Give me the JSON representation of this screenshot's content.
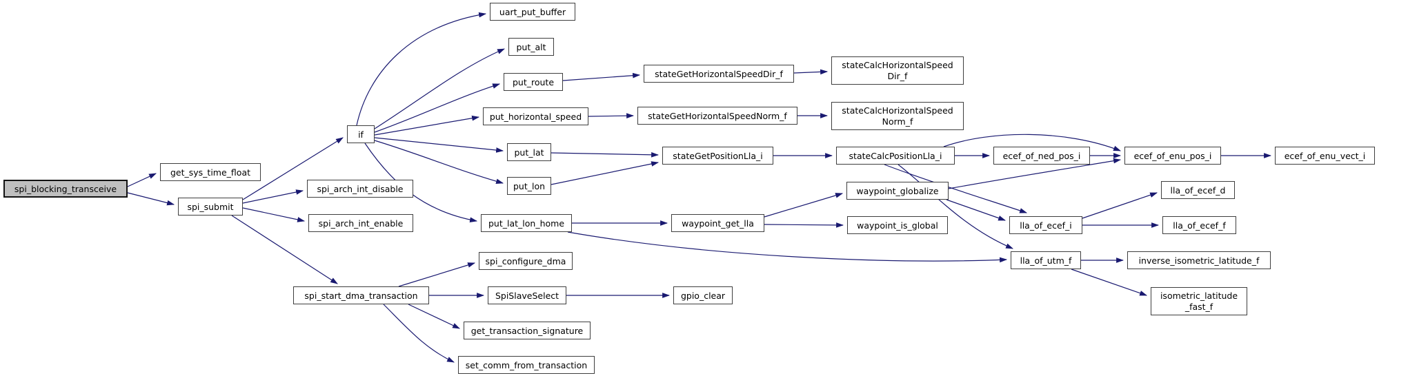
{
  "diagram": {
    "type": "doxygen-call-graph",
    "root_function": "spi_blocking_transceive",
    "colors": {
      "edge": "#191970",
      "node_border": "#3d3d3d",
      "node_fill": "#ffffff",
      "root_fill": "#bfbfbf",
      "text": "#000000",
      "background": "#ffffff"
    }
  },
  "nodes": {
    "spi_blocking_transceive": {
      "label": "spi_blocking_transceive"
    },
    "get_sys_time_float": {
      "label": "get_sys_time_float"
    },
    "spi_submit": {
      "label": "spi_submit"
    },
    "if": {
      "label": "if"
    },
    "spi_arch_int_disable": {
      "label": "spi_arch_int_disable"
    },
    "spi_arch_int_enable": {
      "label": "spi_arch_int_enable"
    },
    "spi_start_dma_transaction": {
      "label": "spi_start_dma_transaction"
    },
    "uart_put_buffer": {
      "label": "uart_put_buffer"
    },
    "put_alt": {
      "label": "put_alt"
    },
    "put_route": {
      "label": "put_route"
    },
    "put_horizontal_speed": {
      "label": "put_horizontal_speed"
    },
    "put_lat": {
      "label": "put_lat"
    },
    "put_lon": {
      "label": "put_lon"
    },
    "put_lat_lon_home": {
      "label": "put_lat_lon_home"
    },
    "spi_configure_dma": {
      "label": "spi_configure_dma"
    },
    "SpiSlaveSelect": {
      "label": "SpiSlaveSelect"
    },
    "gpio_clear": {
      "label": "gpio_clear"
    },
    "get_transaction_signature": {
      "label": "get_transaction_signature"
    },
    "set_comm_from_transaction": {
      "label": "set_comm_from_transaction"
    },
    "stateGetHorizontalSpeedDir_f": {
      "label": "stateGetHorizontalSpeedDir_f"
    },
    "stateCalcHorizontalSpeedDir_f": {
      "lines": [
        "stateCalcHorizontalSpeed",
        "Dir_f"
      ]
    },
    "stateGetHorizontalSpeedNorm_f": {
      "label": "stateGetHorizontalSpeedNorm_f"
    },
    "stateCalcHorizontalSpeedNorm_f": {
      "lines": [
        "stateCalcHorizontalSpeed",
        "Norm_f"
      ]
    },
    "stateGetPositionLla_i": {
      "label": "stateGetPositionLla_i"
    },
    "stateCalcPositionLla_i": {
      "label": "stateCalcPositionLla_i"
    },
    "waypoint_get_lla": {
      "label": "waypoint_get_lla"
    },
    "waypoint_globalize": {
      "label": "waypoint_globalize"
    },
    "waypoint_is_global": {
      "label": "waypoint_is_global"
    },
    "ecef_of_ned_pos_i": {
      "label": "ecef_of_ned_pos_i"
    },
    "ecef_of_enu_pos_i": {
      "label": "ecef_of_enu_pos_i"
    },
    "ecef_of_enu_vect_i": {
      "label": "ecef_of_enu_vect_i"
    },
    "lla_of_ecef_i": {
      "label": "lla_of_ecef_i"
    },
    "lla_of_ecef_d": {
      "label": "lla_of_ecef_d"
    },
    "lla_of_ecef_f": {
      "label": "lla_of_ecef_f"
    },
    "lla_of_utm_f": {
      "label": "lla_of_utm_f"
    },
    "inverse_isometric_latitude_f": {
      "label": "inverse_isometric_latitude_f"
    },
    "isometric_latitude_fast_f": {
      "lines": [
        "isometric_latitude",
        "_fast_f"
      ]
    }
  },
  "edges": [
    {
      "from": "spi_blocking_transceive",
      "to": "get_sys_time_float"
    },
    {
      "from": "spi_blocking_transceive",
      "to": "spi_submit"
    },
    {
      "from": "spi_submit",
      "to": "if"
    },
    {
      "from": "spi_submit",
      "to": "spi_arch_int_disable"
    },
    {
      "from": "spi_submit",
      "to": "spi_arch_int_enable"
    },
    {
      "from": "spi_submit",
      "to": "spi_start_dma_transaction"
    },
    {
      "from": "if",
      "to": "uart_put_buffer"
    },
    {
      "from": "if",
      "to": "put_alt"
    },
    {
      "from": "if",
      "to": "put_route"
    },
    {
      "from": "if",
      "to": "put_horizontal_speed"
    },
    {
      "from": "if",
      "to": "put_lat"
    },
    {
      "from": "if",
      "to": "put_lon"
    },
    {
      "from": "if",
      "to": "put_lat_lon_home"
    },
    {
      "from": "put_route",
      "to": "stateGetHorizontalSpeedDir_f"
    },
    {
      "from": "stateGetHorizontalSpeedDir_f",
      "to": "stateCalcHorizontalSpeedDir_f"
    },
    {
      "from": "put_horizontal_speed",
      "to": "stateGetHorizontalSpeedNorm_f"
    },
    {
      "from": "stateGetHorizontalSpeedNorm_f",
      "to": "stateCalcHorizontalSpeedNorm_f"
    },
    {
      "from": "put_lat",
      "to": "stateGetPositionLla_i"
    },
    {
      "from": "put_lon",
      "to": "stateGetPositionLla_i"
    },
    {
      "from": "stateGetPositionLla_i",
      "to": "stateCalcPositionLla_i"
    },
    {
      "from": "stateCalcPositionLla_i",
      "to": "ecef_of_ned_pos_i"
    },
    {
      "from": "stateCalcPositionLla_i",
      "to": "ecef_of_enu_pos_i"
    },
    {
      "from": "stateCalcPositionLla_i",
      "to": "lla_of_ecef_i"
    },
    {
      "from": "stateCalcPositionLla_i",
      "to": "lla_of_utm_f"
    },
    {
      "from": "ecef_of_ned_pos_i",
      "to": "ecef_of_enu_pos_i"
    },
    {
      "from": "ecef_of_enu_pos_i",
      "to": "ecef_of_enu_vect_i"
    },
    {
      "from": "put_lat_lon_home",
      "to": "waypoint_get_lla"
    },
    {
      "from": "put_lat_lon_home",
      "to": "lla_of_utm_f"
    },
    {
      "from": "waypoint_get_lla",
      "to": "waypoint_globalize"
    },
    {
      "from": "waypoint_get_lla",
      "to": "waypoint_is_global"
    },
    {
      "from": "waypoint_globalize",
      "to": "ecef_of_enu_pos_i"
    },
    {
      "from": "waypoint_globalize",
      "to": "lla_of_ecef_i"
    },
    {
      "from": "lla_of_ecef_i",
      "to": "lla_of_ecef_d"
    },
    {
      "from": "lla_of_ecef_i",
      "to": "lla_of_ecef_f"
    },
    {
      "from": "lla_of_utm_f",
      "to": "inverse_isometric_latitude_f"
    },
    {
      "from": "lla_of_utm_f",
      "to": "isometric_latitude_fast_f"
    },
    {
      "from": "spi_start_dma_transaction",
      "to": "spi_configure_dma"
    },
    {
      "from": "spi_start_dma_transaction",
      "to": "SpiSlaveSelect"
    },
    {
      "from": "spi_start_dma_transaction",
      "to": "get_transaction_signature"
    },
    {
      "from": "spi_start_dma_transaction",
      "to": "set_comm_from_transaction"
    },
    {
      "from": "SpiSlaveSelect",
      "to": "gpio_clear"
    }
  ]
}
